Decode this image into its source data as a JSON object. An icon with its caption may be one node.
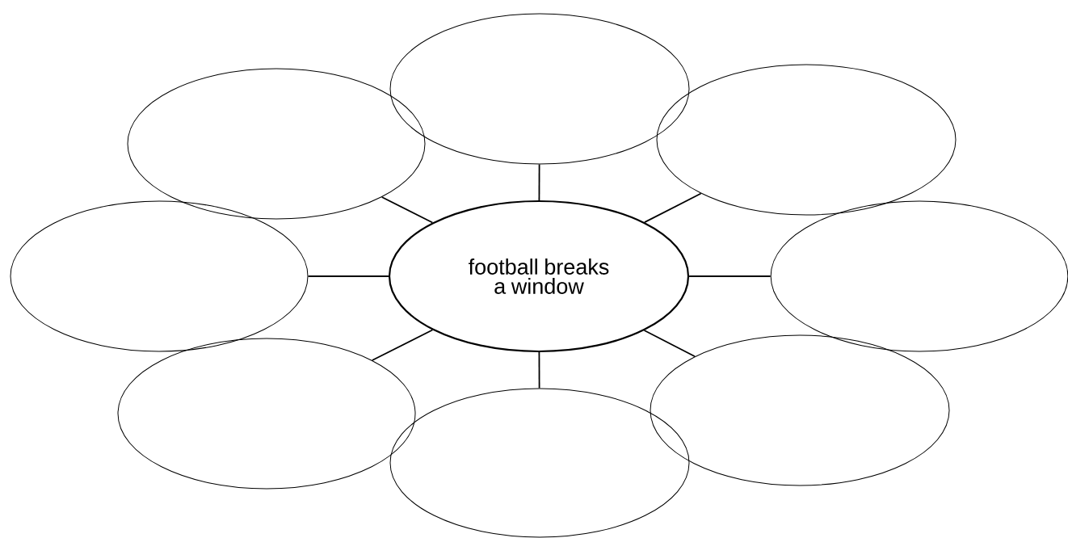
{
  "diagram": {
    "nodes": [
      {
        "text": [
          "football breaks a window"
        ]
      },
      {
        "text": [],
        "shape": "ellipse"
      },
      {
        "text": [],
        "shape": "ellipse"
      },
      {
        "text": [],
        "shape": "ellipse"
      },
      {
        "text": [],
        "shape": "ellipse"
      },
      {
        "text": [],
        "shape": "ellipse"
      },
      {
        "text": [],
        "shape": "ellipse"
      },
      {
        "text": [],
        "shape": "ellipse"
      },
      {
        "text": [],
        "shape": "ellipse"
      }
    ],
    "edges": [
      {
        "from": 0,
        "to": 1,
        "arrow": "none"
      },
      {
        "from": 0,
        "to": 2,
        "arrow": "none"
      },
      {
        "from": 0,
        "to": 3,
        "arrow": "none"
      },
      {
        "from": 0,
        "to": 4,
        "arrow": "none"
      },
      {
        "from": 0,
        "to": 5,
        "arrow": "none"
      },
      {
        "from": 0,
        "to": 6,
        "arrow": "none"
      },
      {
        "from": 0,
        "to": 7,
        "arrow": "none"
      },
      {
        "from": 0,
        "to": 8,
        "arrow": "none"
      }
    ]
  }
}
